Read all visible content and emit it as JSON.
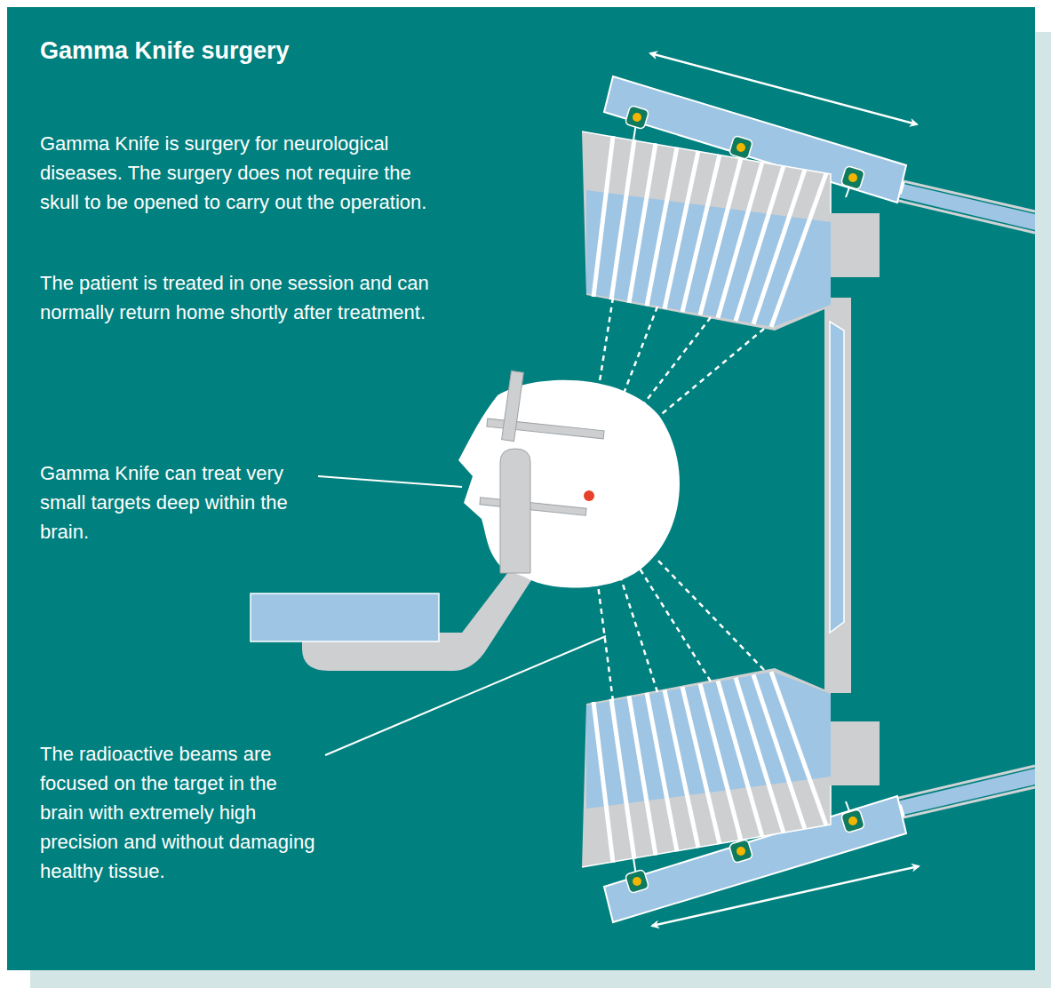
{
  "diagram": {
    "title": "Gamma Knife surgery",
    "labels": [
      "Gamma Knife is surgery for neurological diseases. The surgery does not require the skull to be opened to carry out the operation.",
      "The patient is treated in one session and can normally return home shortly after treatment.",
      "Gamma Knife can treat very small targets deep within the brain.",
      "The radioactive beams are focused on the target in the brain with extremely high precision and without damaging healthy tissue."
    ]
  }
}
